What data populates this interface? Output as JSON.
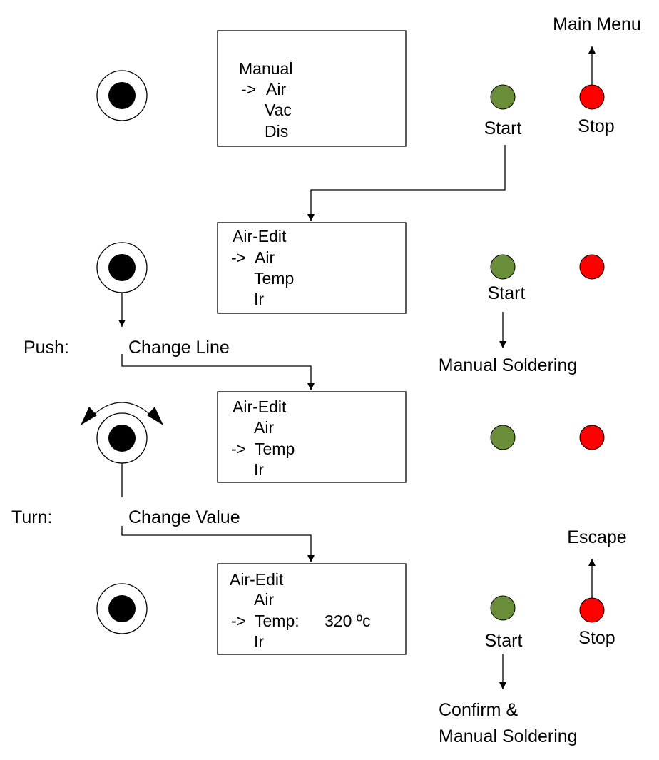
{
  "colors": {
    "start_led": "#6b8e3a",
    "stop_led": "#ff0000",
    "line": "#000000",
    "background": "#ffffff"
  },
  "actions": {
    "push_label": "Push:",
    "push_action": "Change Line",
    "turn_label": "Turn:",
    "turn_action": "Change Value"
  },
  "screens": [
    {
      "title": "Manual",
      "lines": [
        {
          "prefix": "->",
          "text": "Air"
        },
        {
          "prefix": "",
          "text": "Vac"
        },
        {
          "prefix": "",
          "text": "Dis"
        }
      ]
    },
    {
      "title": "Air-Edit",
      "lines": [
        {
          "prefix": "->",
          "text": "Air"
        },
        {
          "prefix": "",
          "text": "Temp"
        },
        {
          "prefix": "",
          "text": "Ir"
        }
      ]
    },
    {
      "title": "Air-Edit",
      "lines": [
        {
          "prefix": "",
          "text": "Air"
        },
        {
          "prefix": "->",
          "text": "Temp"
        },
        {
          "prefix": "",
          "text": "Ir"
        }
      ]
    },
    {
      "title": "Air-Edit",
      "lines": [
        {
          "prefix": "",
          "text": "Air"
        },
        {
          "prefix": "->",
          "text": "Temp:",
          "value": "320 ºc"
        },
        {
          "prefix": "",
          "text": "Ir"
        }
      ]
    }
  ],
  "rows": [
    {
      "start_label": "Start",
      "stop_label": "Stop",
      "stop_target": "Main Menu"
    },
    {
      "start_label": "Start",
      "start_target": "Manual Soldering"
    },
    {},
    {
      "start_label": "Start",
      "start_target_lines": [
        "Confirm &",
        "Manual Soldering"
      ],
      "stop_label": "Stop",
      "stop_target": "Escape"
    }
  ]
}
